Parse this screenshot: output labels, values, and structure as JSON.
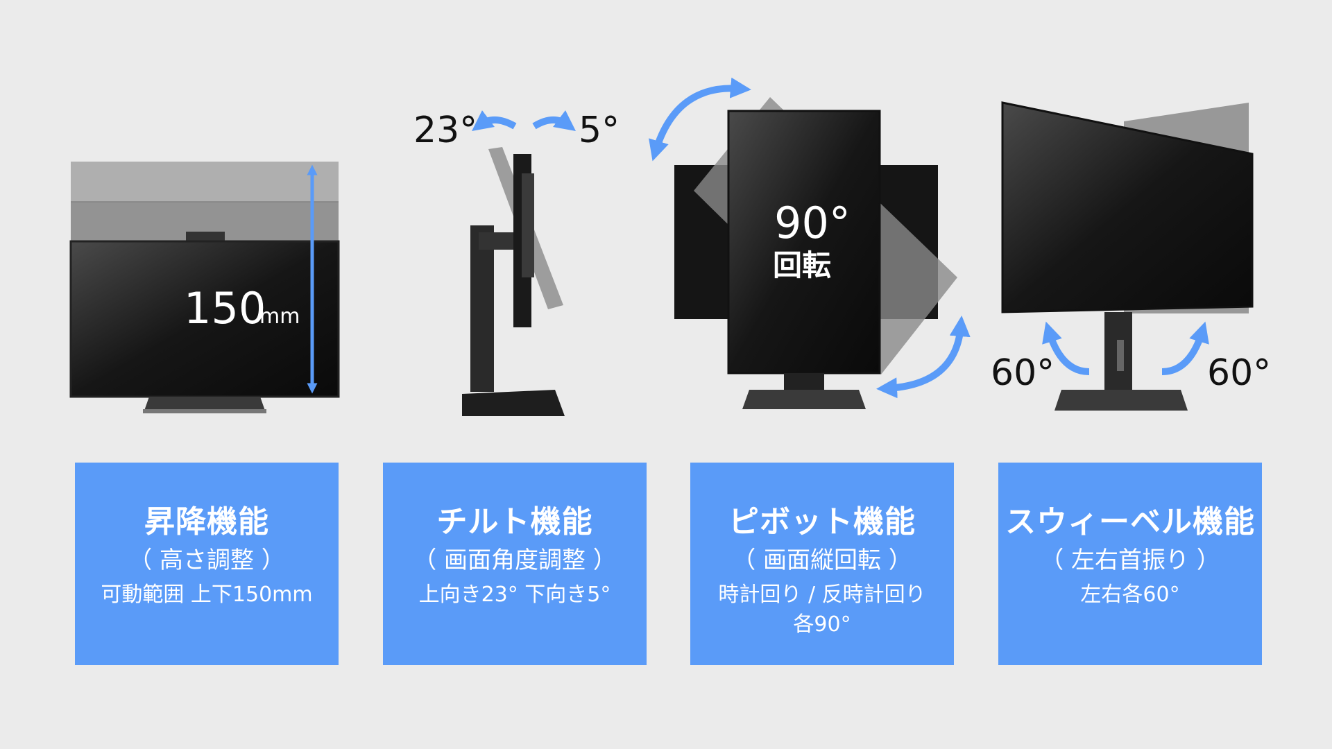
{
  "features": [
    {
      "badge": "150",
      "badge_unit": "mm",
      "title": "昇降機能",
      "subtitle": "（ 高さ調整 ）",
      "detail": "可動範囲 上下150mm",
      "detail2": ""
    },
    {
      "badge_left": "23°",
      "badge_right": "5°",
      "title": "チルト機能",
      "subtitle": "（ 画面角度調整 ）",
      "detail": "上向き23° 下向き5°",
      "detail2": ""
    },
    {
      "badge": "90°",
      "badge_sub": "回転",
      "title": "ピボット機能",
      "subtitle": "（ 画面縦回転 ）",
      "detail": "時計回り / 反時計回り",
      "detail2": "各90°"
    },
    {
      "badge_left": "60°",
      "badge_right": "60°",
      "title": "スウィーベル機能",
      "subtitle": "（ 左右首振り ）",
      "detail": "左右各60°",
      "detail2": ""
    }
  ],
  "colors": {
    "background": "#ebebeb",
    "card": "#5a9bf8",
    "arrow": "#5a9bf8",
    "monitor": "#1a1a1a"
  }
}
